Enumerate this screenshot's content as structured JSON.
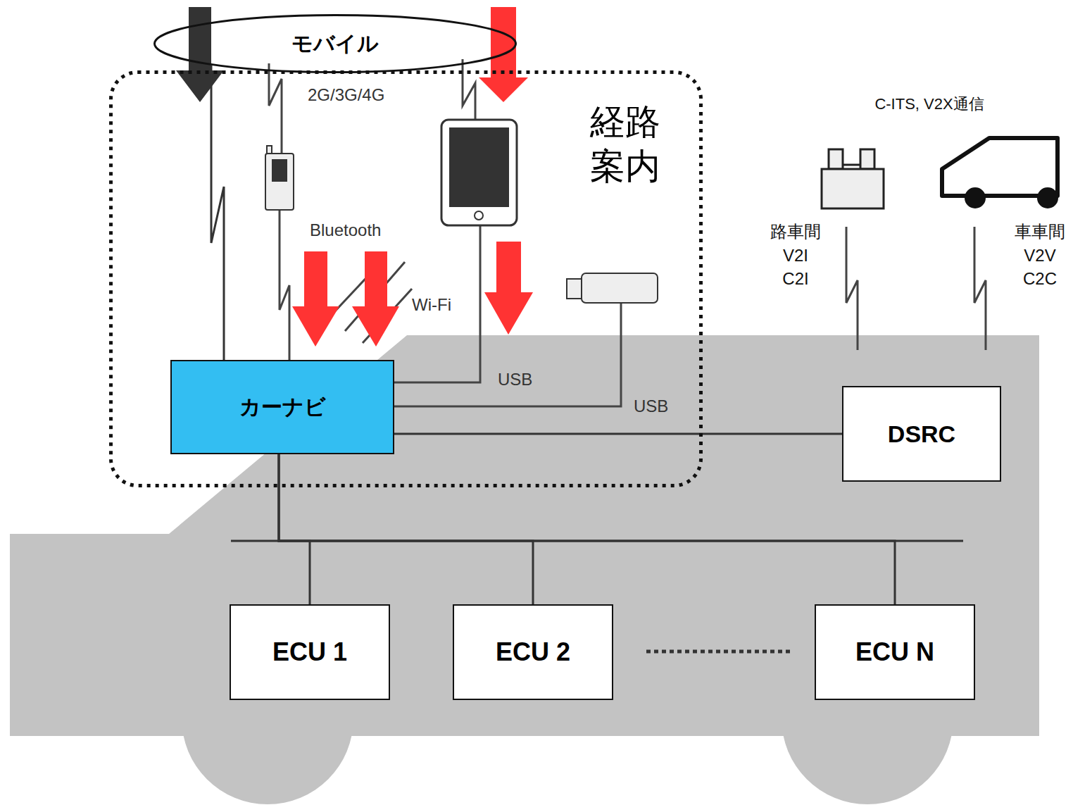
{
  "diagram": {
    "nodes": [
      {
        "text": [
          "モバイル"
        ]
      },
      {
        "text": [
          "経路 案内"
        ]
      },
      {
        "text": [
          "カーナビ"
        ],
        "in": 1
      },
      {
        "text": [
          "DSRC"
        ]
      },
      {
        "text": [
          "ECU 1"
        ]
      },
      {
        "text": [
          "ECU 2"
        ]
      },
      {
        "text": [
          "ECU N"
        ]
      }
    ],
    "edges": [
      {
        "from": 0,
        "to": 2,
        "arrow": "none"
      },
      {
        "from": 2,
        "to": 3,
        "arrow": "none"
      },
      {
        "from": 2,
        "to": 4,
        "arrow": "none"
      },
      {
        "from": 2,
        "to": 5,
        "arrow": "none"
      },
      {
        "from": 2,
        "to": 6,
        "arrow": "none"
      }
    ],
    "labels": [
      "2G/3G/4G",
      "Bluetooth",
      "Wi-Fi",
      "USB",
      "USB",
      "C-ITS, V2X通信",
      "路車間 V2I C2I",
      "車車間 V2V C2C"
    ]
  }
}
